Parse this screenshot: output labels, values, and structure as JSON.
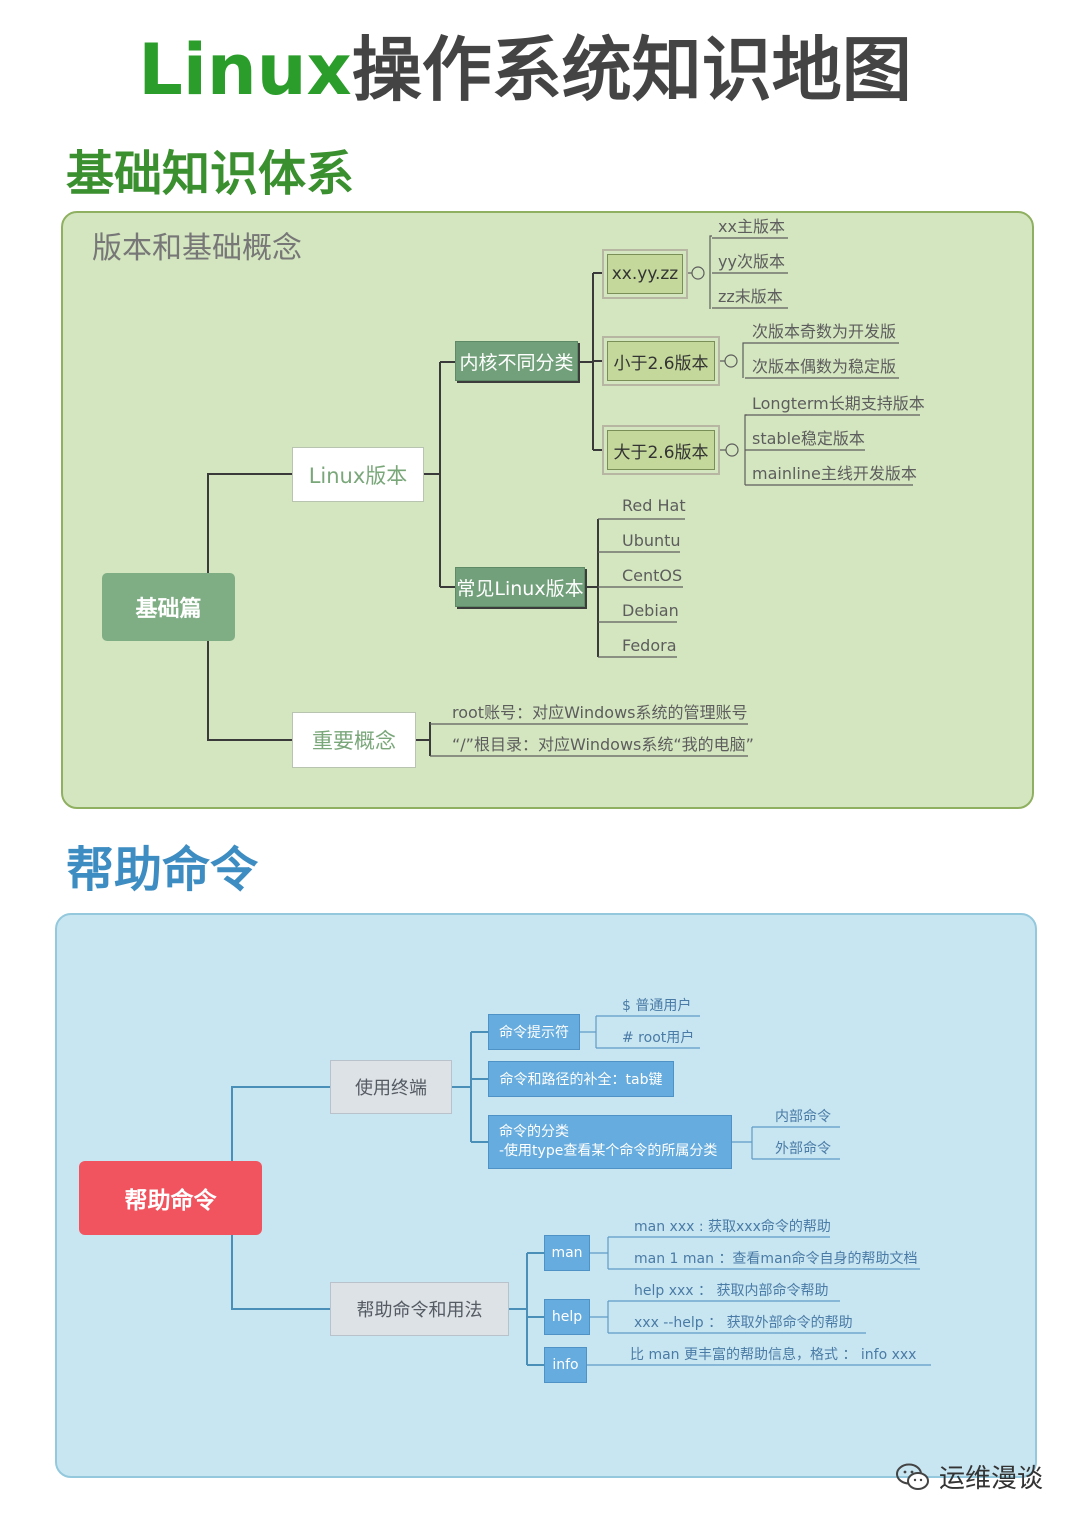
{
  "title_latin": "Linux",
  "title_cjk": "操作系统知识地图",
  "section1": {
    "title": "基础知识体系",
    "title_color": "#3a8f2e",
    "panel_title": "版本和基础概念",
    "root": "基础篇",
    "linux_version": "Linux版本",
    "kernel_types": "内核不同分类",
    "ver_xxyyzz": "xx.yy.zz",
    "ver_xxyyzz_items": [
      "xx主版本",
      "yy次版本",
      "zz末版本"
    ],
    "ver_lt26": "小于2.6版本",
    "ver_lt26_items": [
      "次版本奇数为开发版",
      "次版本偶数为稳定版"
    ],
    "ver_gt26": "大于2.6版本",
    "ver_gt26_items": [
      "Longterm长期支持版本",
      "stable稳定版本",
      "mainline主线开发版本"
    ],
    "common_distros": "常见Linux版本",
    "distros": [
      "Red Hat",
      "Ubuntu",
      "CentOS",
      "Debian",
      "Fedora"
    ],
    "concepts": "重要概念",
    "concept_items": [
      "root账号：对应Windows系统的管理账号",
      "“/”根目录：对应Windows系统“我的电脑”"
    ]
  },
  "section2": {
    "title": "帮助命令",
    "title_color": "#3e8dc2",
    "root": "帮助命令",
    "use_terminal": "使用终端",
    "prompt": "命令提示符",
    "prompt_items": [
      "$ 普通用户",
      "# root用户"
    ],
    "completion": "命令和路径的补全：tab键",
    "classify_line1": "命令的分类",
    "classify_line2": "-使用type查看某个命令的所属分类",
    "classify_items": [
      "内部命令",
      "外部命令"
    ],
    "help_usage": "帮助命令和用法",
    "man": "man",
    "man_items": [
      "man xxx : 获取xxx命令的帮助",
      "man 1 man ：查看man命令自身的帮助文档"
    ],
    "help": "help",
    "help_items": [
      "help  xxx  ：  获取内部命令帮助",
      "xxx --help  ：  获取外部命令的帮助"
    ],
    "info": "info",
    "info_items": [
      "比 man 更丰富的帮助信息，格式 ：  info xxx"
    ]
  },
  "watermark": "运维漫谈"
}
